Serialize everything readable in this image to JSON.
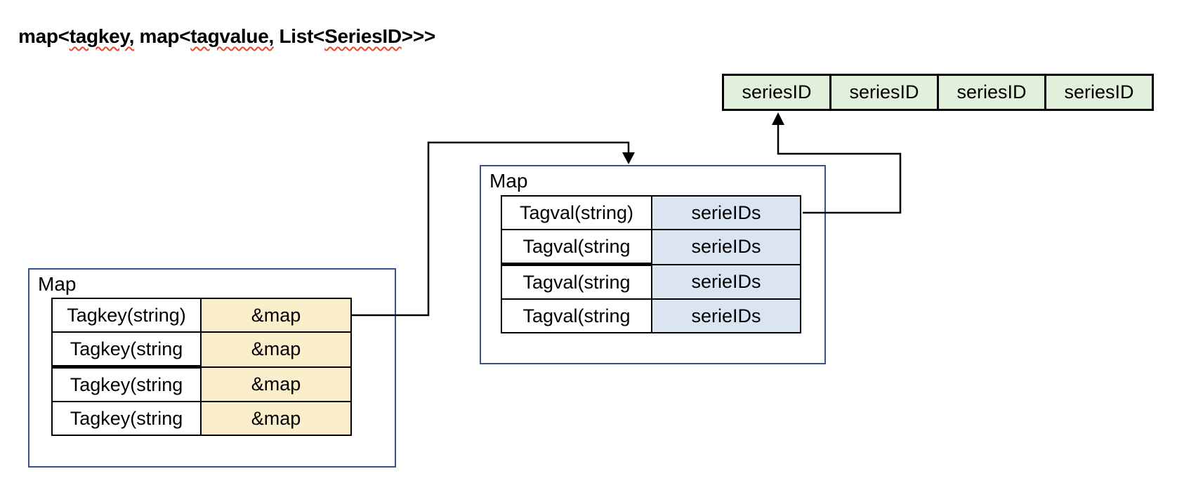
{
  "title": {
    "segments": [
      {
        "text": "map<"
      },
      {
        "text": "tagkey,",
        "spellchecked": true
      },
      {
        "text": " map<"
      },
      {
        "text": "tagvalue,",
        "spellchecked": true
      },
      {
        "text": " List<"
      },
      {
        "text": "SeriesID",
        "spellchecked": true
      },
      {
        "text": ">>>"
      }
    ]
  },
  "series_list": {
    "cells": [
      "seriesID",
      "seriesID",
      "seriesID",
      "seriesID"
    ]
  },
  "tagval_map": {
    "label": "Map",
    "rows": [
      {
        "key": "Tagval(string)",
        "value": "serieIDs"
      },
      {
        "key": "Tagval(string",
        "value": "serieIDs"
      },
      {
        "key": "Tagval(string",
        "value": "serieIDs"
      },
      {
        "key": "Tagval(string",
        "value": "serieIDs"
      }
    ]
  },
  "tagkey_map": {
    "label": "Map",
    "rows": [
      {
        "key": "Tagkey(string)",
        "value": "&map"
      },
      {
        "key": "Tagkey(string",
        "value": "&map"
      },
      {
        "key": "Tagkey(string",
        "value": "&map"
      },
      {
        "key": "Tagkey(string",
        "value": "&map"
      }
    ]
  },
  "colors": {
    "box_border_blue": "#35548f",
    "series_cell_green": "#e2efda",
    "serieids_cell_blue": "#dbe5f2",
    "map_cell_yellow": "#fbeecb",
    "spellcheck_red": "#e8442c",
    "line_black": "#000000"
  }
}
